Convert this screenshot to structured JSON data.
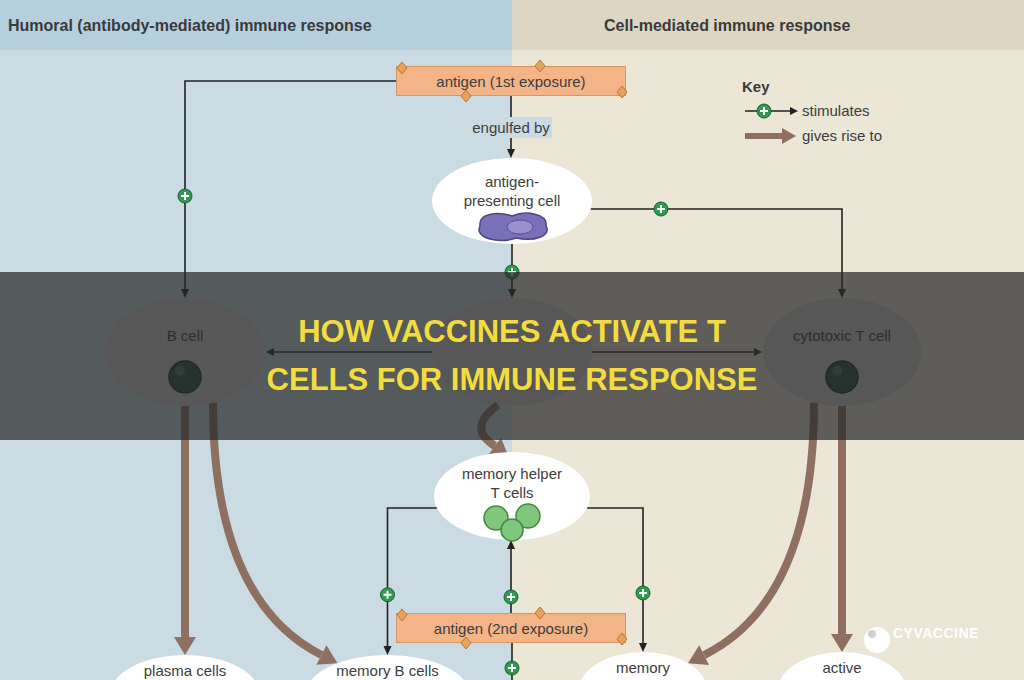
{
  "diagram": {
    "title": "HOW VACCINES ACTIVATE T CELLS FOR IMMUNE RESPONSE",
    "nodes": [
      {
        "text": [
          "Humoral (antibody-mediated) immune response"
        ]
      },
      {
        "text": [
          "Cell-mediated immune response"
        ]
      },
      {
        "text": [
          "antigen (1st exposure)"
        ]
      },
      {
        "text": [
          "antigen-presenting cell"
        ]
      },
      {
        "text": [
          "B cell"
        ]
      },
      {
        "text": [
          "cytotoxic T cell"
        ]
      },
      {
        "text": [
          "memory helper T cells"
        ]
      },
      {
        "text": [
          "antigen (2nd exposure)"
        ]
      },
      {
        "text": [
          "plasma cells"
        ]
      },
      {
        "text": [
          "memory B cells"
        ]
      },
      {
        "text": [
          "memory"
        ]
      },
      {
        "text": [
          "active"
        ]
      }
    ],
    "edges": [
      {
        "from": 2,
        "to": 3,
        "arrow": "to",
        "label": "engulfed by"
      },
      {
        "from": 2,
        "to": 4,
        "arrow": "to"
      },
      {
        "from": 3,
        "to": 5,
        "arrow": "to"
      },
      {
        "from": 4,
        "to": 8,
        "arrow": "to"
      },
      {
        "from": 4,
        "to": 9,
        "arrow": "to"
      },
      {
        "from": 5,
        "to": 11,
        "arrow": "to"
      },
      {
        "from": 5,
        "to": 10,
        "arrow": "to"
      },
      {
        "from": 6,
        "to": 9,
        "arrow": "to"
      },
      {
        "from": 6,
        "to": 10,
        "arrow": "to"
      },
      {
        "from": 7,
        "to": 6,
        "arrow": "to"
      }
    ],
    "labels": [
      "Key",
      "CYVACCINE"
    ],
    "legend": [
      {
        "text": "stimulates"
      },
      {
        "text": "gives rise to"
      }
    ]
  }
}
